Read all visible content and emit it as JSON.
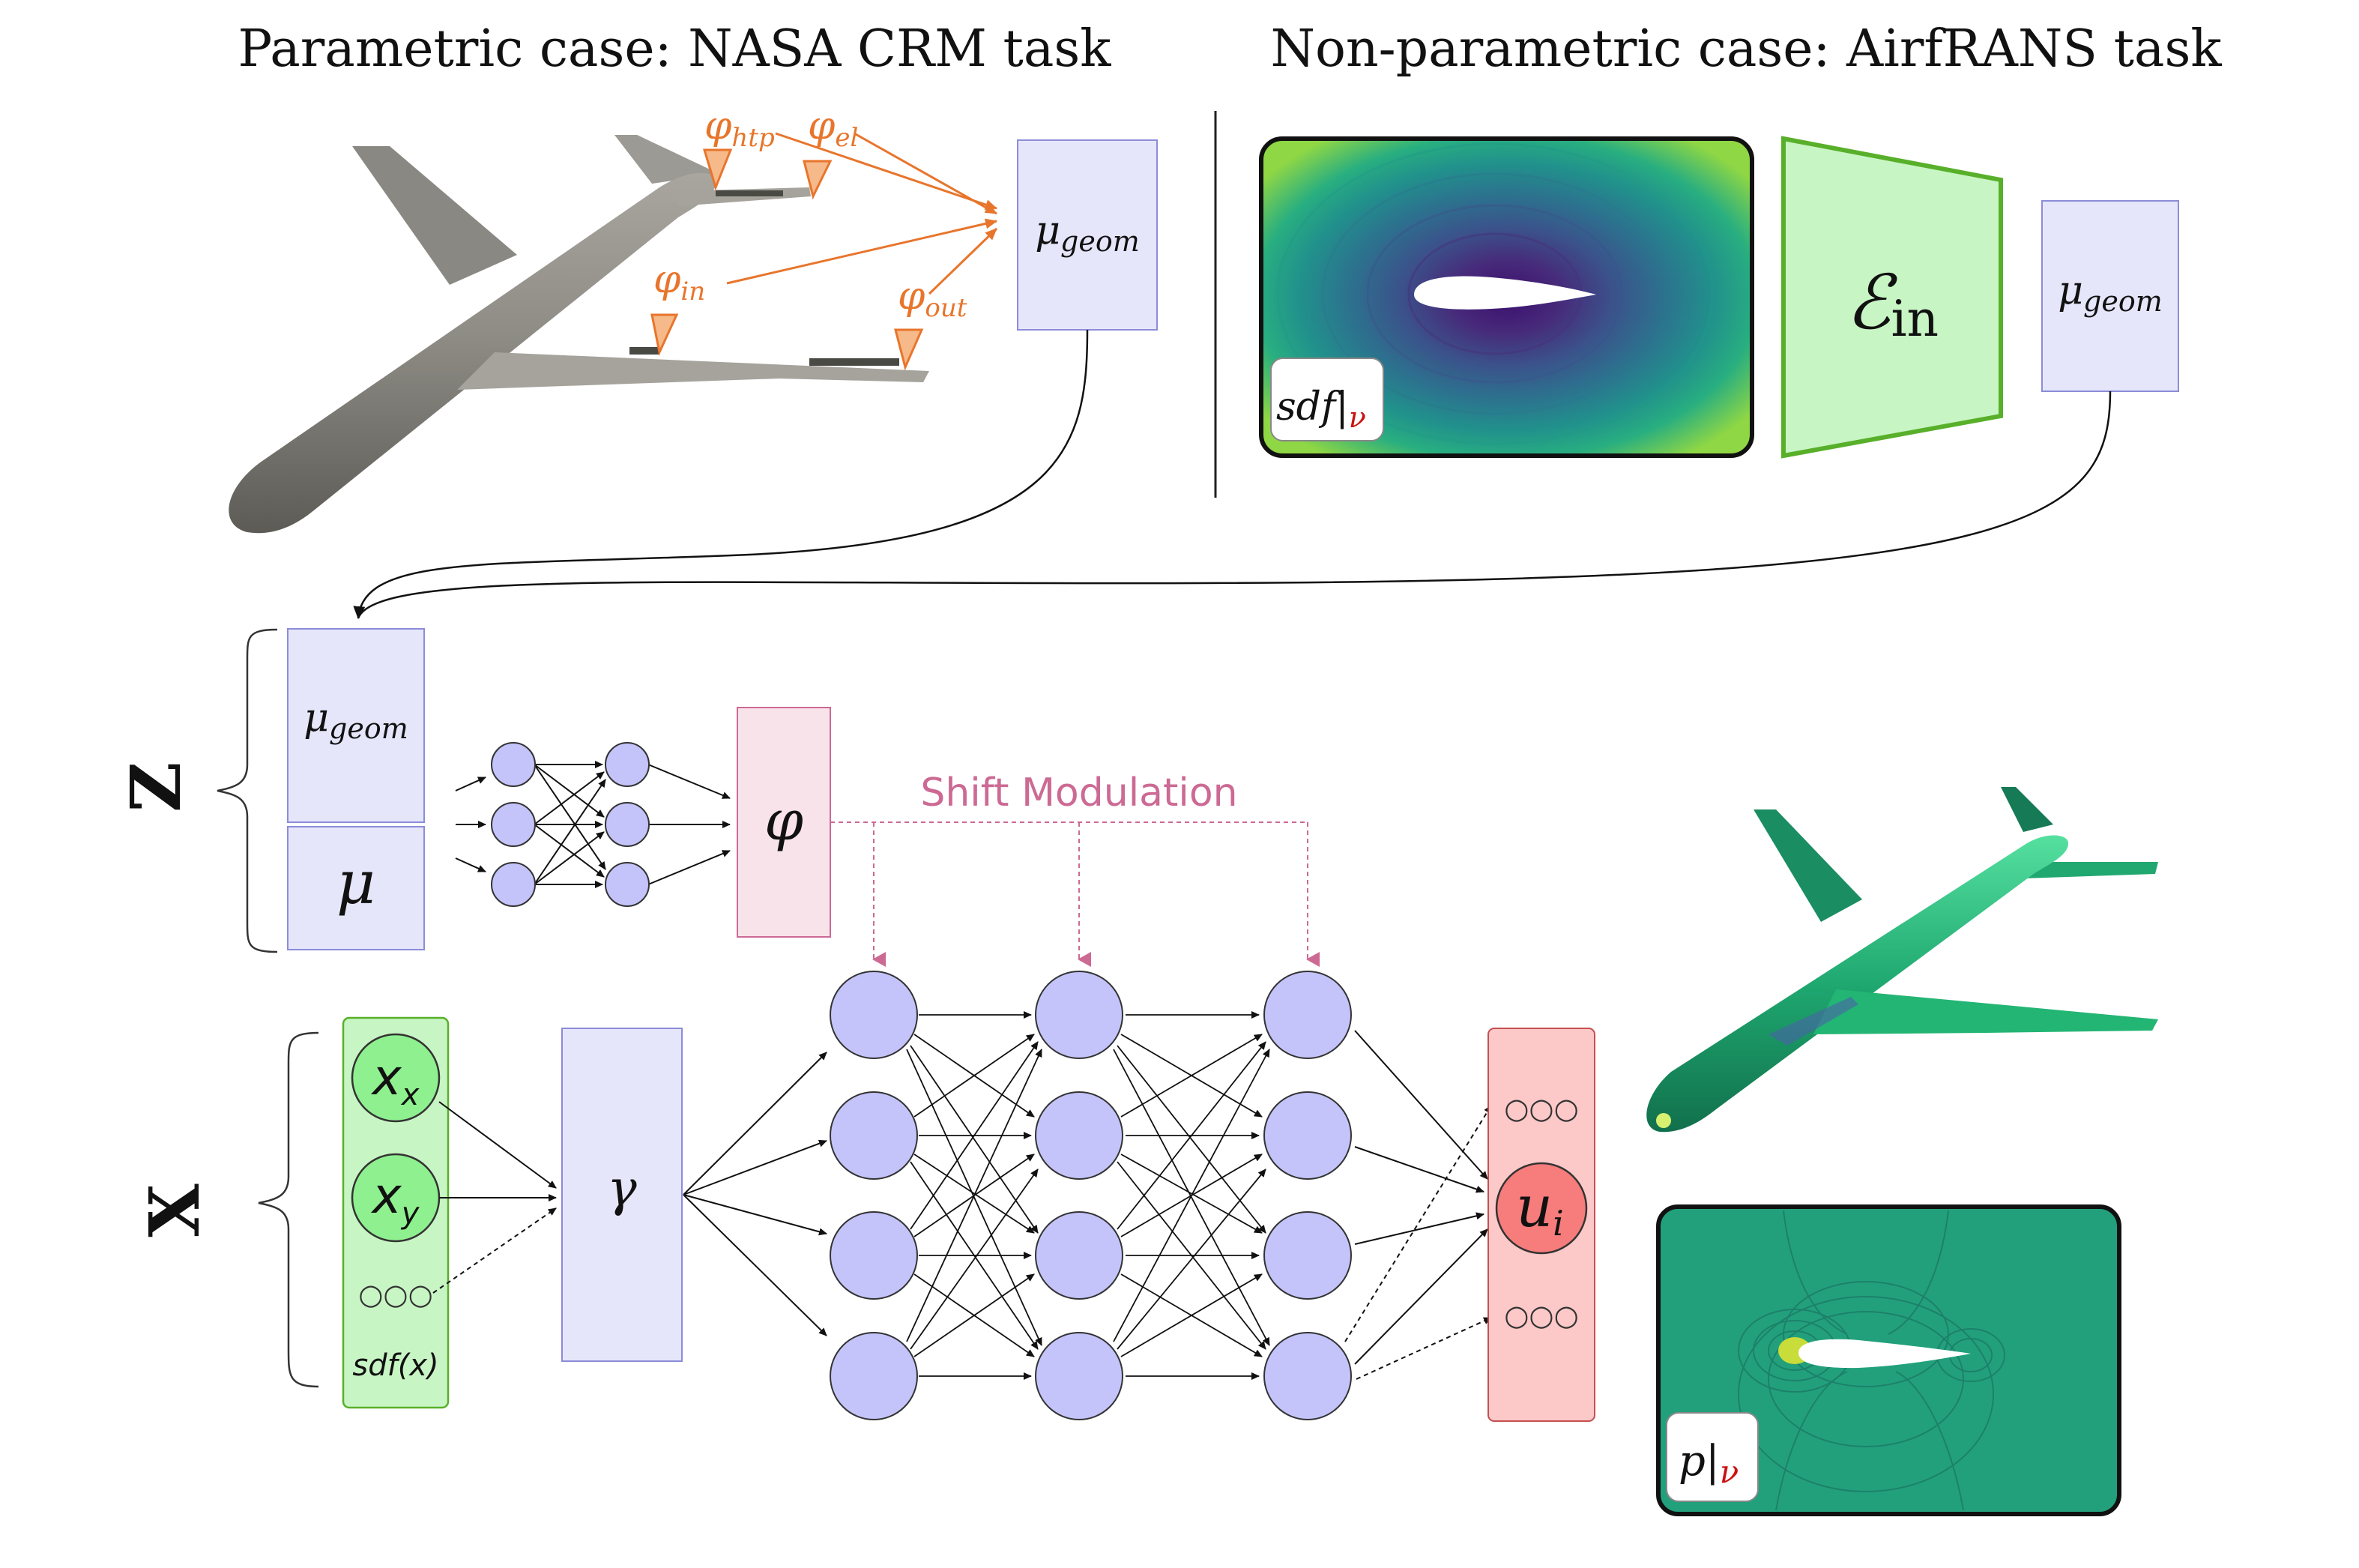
{
  "titles": {
    "left": "Parametric case: NASA CRM task",
    "right": "Non-parametric case: AirfRANS task"
  },
  "crm": {
    "angles": {
      "htp": {
        "sym": "φ",
        "sub": "htp"
      },
      "el": {
        "sym": "φ",
        "sub": "el"
      },
      "in": {
        "sym": "φ",
        "sub": "in"
      },
      "out": {
        "sym": "φ",
        "sub": "out"
      }
    },
    "mu_geom": {
      "sym": "μ",
      "sub": "geom"
    }
  },
  "airfrans": {
    "sdf_label": {
      "main": "sdf",
      "bar": "|",
      "sub": "ν"
    },
    "encoder": {
      "sym": "ℰ",
      "sub": "in"
    },
    "mu_geom": {
      "sym": "μ",
      "sub": "geom"
    }
  },
  "network": {
    "z_label": "Z",
    "x_label": "X",
    "z_mu_geom": {
      "sym": "μ",
      "sub": "geom"
    },
    "z_mu": "μ",
    "phi": "φ",
    "shift_modulation": "Shift Modulation",
    "xx": {
      "main": "x",
      "sub": "x"
    },
    "xy": {
      "main": "x",
      "sub": "y"
    },
    "dots": "○○○",
    "sdf_x": "sdf(x)",
    "gamma": "γ",
    "output": {
      "main": "u",
      "sub": "i"
    },
    "p_label": {
      "main": "p",
      "bar": "|",
      "sub": "ν"
    }
  },
  "colors": {
    "node": "#c4c4fb",
    "box_blue": "#e6e6fb",
    "box_pink": "#f9e3ea",
    "box_green": "#c8f5c4",
    "box_red": "#fcc8c8",
    "shift": "#cc6a94",
    "orange": "#e8752c",
    "encoder_green": "#58b02a"
  }
}
